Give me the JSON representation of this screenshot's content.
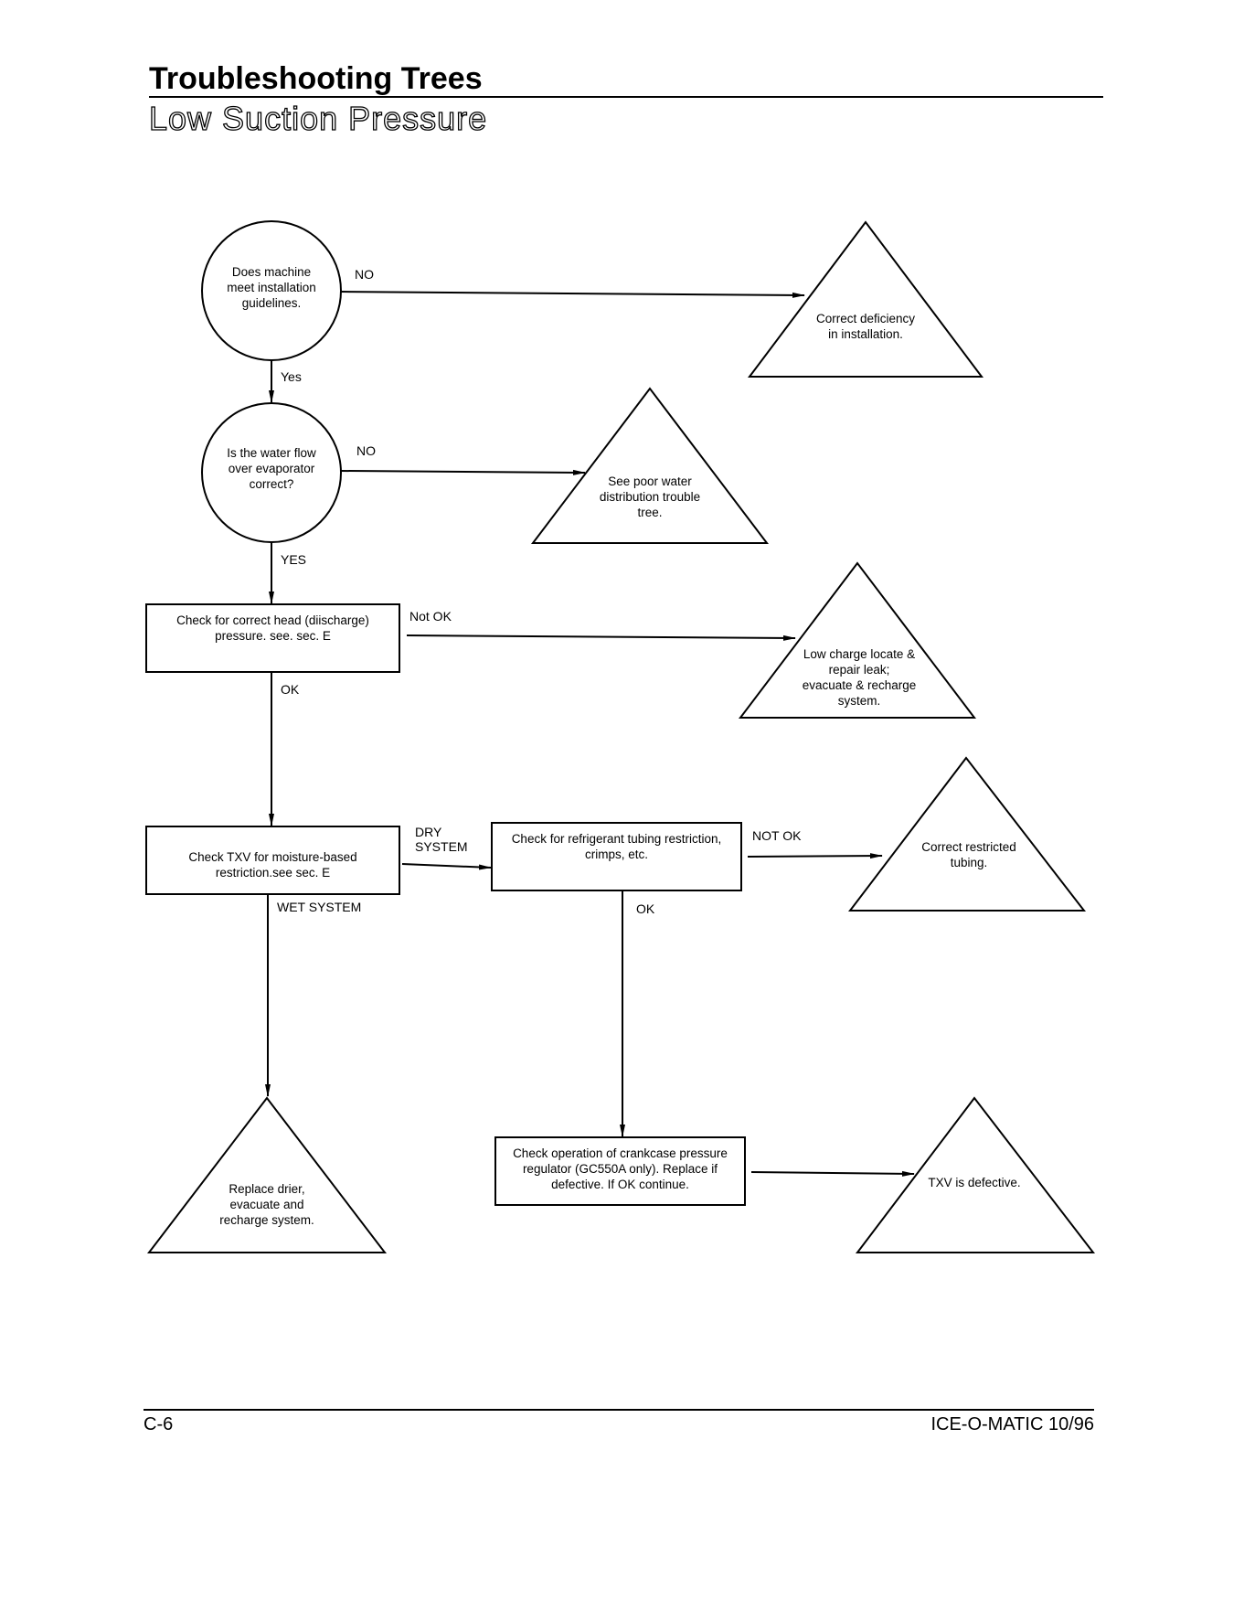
{
  "header": {
    "title": "Troubleshooting Trees",
    "subtitle": "Low Suction Pressure"
  },
  "nodes": {
    "q_installation": "Does machine\nmeet installation\nguidelines.",
    "q_water_flow": "Is the water flow\nover evaporator\ncorrect?",
    "check_head": "Check for correct head (diischarge)\npressure. see. sec. E",
    "check_txv": "Check TXV for moisture-based\nrestriction.see sec. E",
    "check_tubing": "Check for refrigerant tubing restriction,\ncrimps, etc.",
    "check_crankcase": "Check operation of crankcase pressure\nregulator (GC550A only). Replace if\ndefective.  If OK continue.",
    "fix_installation": "Correct deficiency\nin installation.",
    "fix_water": "See poor water\ndistribution trouble\ntree.",
    "fix_charge": "Low charge locate &\nrepair leak;\nevacuate & recharge\nsystem.",
    "fix_tubing": "Correct restricted\ntubing.",
    "fix_drier": "Replace drier,\nevacuate and\nrecharge system.",
    "fix_txv": "TXV is defective."
  },
  "edges": {
    "install_no": "NO",
    "install_yes": "Yes",
    "water_no": "NO",
    "water_yes": "YES",
    "head_not_ok": "Not OK",
    "head_ok": "OK",
    "txv_dry": "DRY\nSYSTEM",
    "txv_wet": "WET SYSTEM",
    "tubing_not_ok": "NOT OK",
    "tubing_ok": "OK"
  },
  "footer": {
    "page_number": "C-6",
    "publisher": "ICE-O-MATIC 10/96"
  }
}
